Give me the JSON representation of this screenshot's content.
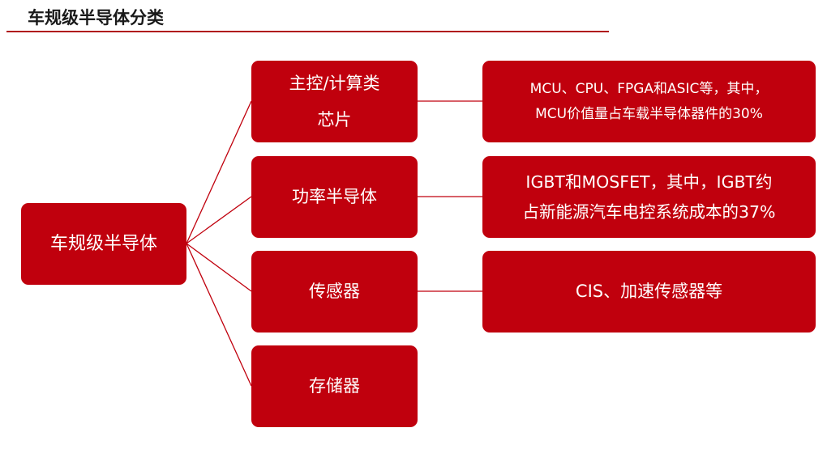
{
  "page": {
    "title": "车规级半导体分类",
    "accent_color": "#c0000d"
  },
  "root": {
    "label": "车规级半导体"
  },
  "categories": [
    {
      "line1": "主控/计算类",
      "line2": "芯片"
    },
    {
      "label": "功率半导体"
    },
    {
      "label": "传感器"
    },
    {
      "label": "存储器"
    }
  ],
  "descriptions": [
    {
      "line1": "MCU、CPU、FPGA和ASIC等，其中，",
      "line2": "MCU价值量占车载半导体器件的30%"
    },
    {
      "line1": "IGBT和MOSFET，其中，IGBT约",
      "line2": "占新能源汽车电控系统成本的37%"
    },
    {
      "label": "CIS、加速传感器等"
    }
  ]
}
